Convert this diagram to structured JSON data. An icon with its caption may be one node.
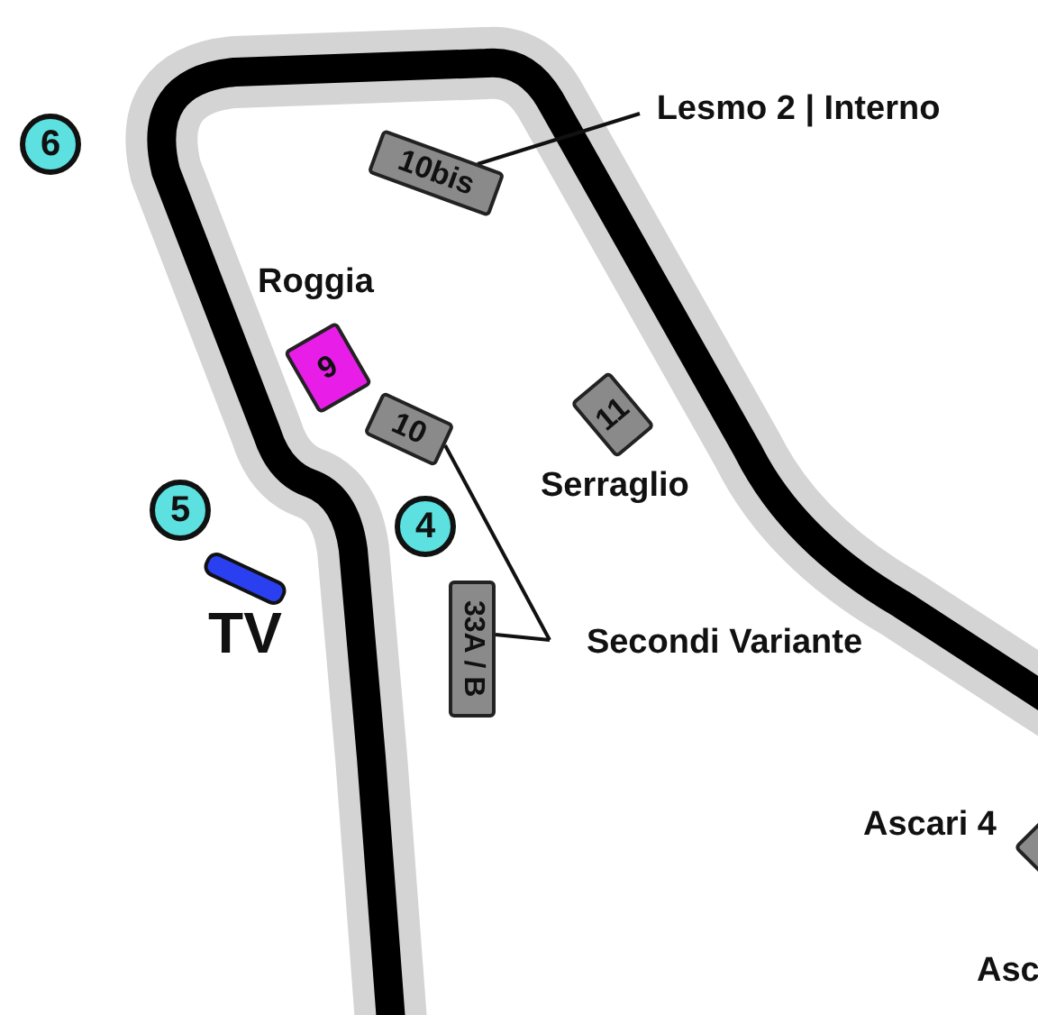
{
  "diagram": {
    "nodes": [
      {
        "text": [
          "6"
        ]
      },
      {
        "text": [
          "Lesmo 2 | Interno"
        ]
      },
      {
        "text": [
          "10bis"
        ]
      },
      {
        "text": [
          "9"
        ]
      },
      {
        "text": [
          "10"
        ]
      },
      {
        "text": [
          "11"
        ]
      },
      {
        "text": [
          "4"
        ]
      },
      {
        "text": [
          "5"
        ]
      },
      {
        "text": [
          "TV"
        ]
      },
      {
        "text": [
          "33A / B"
        ]
      },
      {
        "text": [
          "Secondi Variante"
        ]
      },
      {
        "text": [],
        "shape": "box"
      }
    ],
    "edges": [
      {
        "from": 1,
        "to": 2,
        "arrow": "none"
      },
      {
        "from": 10,
        "to": 4,
        "arrow": "none"
      },
      {
        "from": 10,
        "to": 9,
        "arrow": "none"
      }
    ],
    "labels": [
      "Roggia",
      "Serraglio",
      "Ascari 4",
      "Asc"
    ]
  }
}
